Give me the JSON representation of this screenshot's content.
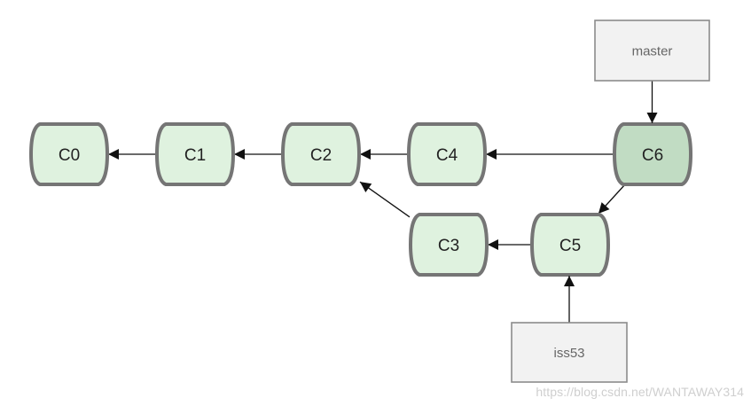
{
  "colors": {
    "commit_fill": "#dff2df",
    "commit_fill_head": "#c1dcc3",
    "commit_stroke": "#757575",
    "branch_fill": "#f2f2f2",
    "branch_stroke": "#8c8c8c",
    "arrow": "#111111"
  },
  "commits": [
    {
      "id": "C0",
      "label": "C0",
      "head": false
    },
    {
      "id": "C1",
      "label": "C1",
      "head": false
    },
    {
      "id": "C2",
      "label": "C2",
      "head": false
    },
    {
      "id": "C4",
      "label": "C4",
      "head": false
    },
    {
      "id": "C6",
      "label": "C6",
      "head": true
    },
    {
      "id": "C3",
      "label": "C3",
      "head": false
    },
    {
      "id": "C5",
      "label": "C5",
      "head": false
    }
  ],
  "branches": [
    {
      "id": "master",
      "label": "master",
      "points_to": "C6"
    },
    {
      "id": "iss53",
      "label": "iss53",
      "points_to": "C5"
    }
  ],
  "parent_links": [
    {
      "from": "C1",
      "to": "C0"
    },
    {
      "from": "C2",
      "to": "C1"
    },
    {
      "from": "C4",
      "to": "C2"
    },
    {
      "from": "C6",
      "to": "C4"
    },
    {
      "from": "C6",
      "to": "C5"
    },
    {
      "from": "C5",
      "to": "C3"
    },
    {
      "from": "C3",
      "to": "C2"
    }
  ],
  "watermark": "https://blog.csdn.net/WANTAWAY314"
}
